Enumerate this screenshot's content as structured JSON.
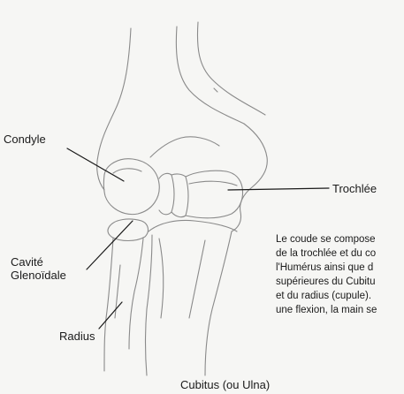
{
  "labels": {
    "condyle": "Condyle",
    "trochlee": "Trochlée",
    "cavite_line1": "Cavité",
    "cavite_line2": "Glenoïdale",
    "radius": "Radius",
    "cubitus": "Cubitus (ou Ulna)"
  },
  "description_lines": [
    "Le coude se compose",
    "de la trochlée et du co",
    "l'Humérus ainsi que d",
    "supérieures du Cubitu",
    "et du radius (cupule).",
    "une flexion, la main se"
  ],
  "colors": {
    "paper": "#f6f6f4",
    "pencil": "#8a8a8a",
    "ink": "#1a1a1a"
  }
}
